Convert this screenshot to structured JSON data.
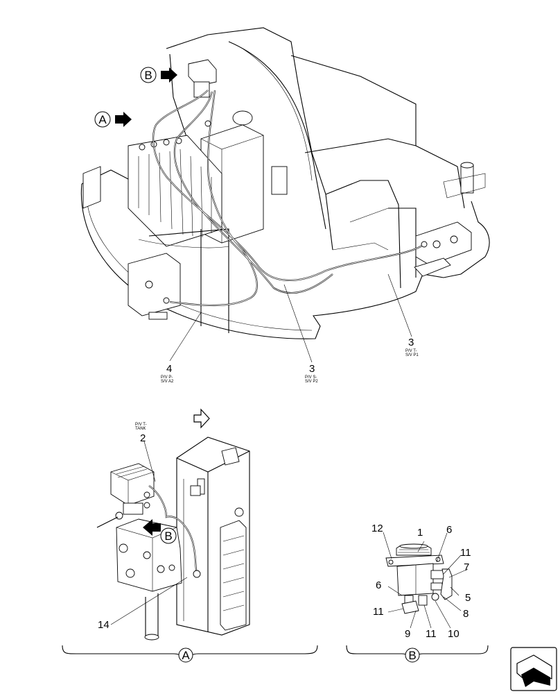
{
  "view_markers": {
    "a": "A",
    "b": "B"
  },
  "callouts": {
    "c1": "1",
    "c2": "2",
    "c3_left": "3",
    "c3_right": "3",
    "c4": "4",
    "c5": "5",
    "c6_top": "6",
    "c6_left": "6",
    "c7": "7",
    "c8": "8",
    "c9": "9",
    "c10": "10",
    "c11_top": "11",
    "c11_left": "11",
    "c11_bottom": "11",
    "c12": "12",
    "c14": "14"
  },
  "hose_notes": {
    "hose3_right_l1": "P/V T-",
    "hose3_right_l2": "S/V P1",
    "hose3_mid_l1": "P/V S-",
    "hose3_mid_l2": "S/V P2",
    "hose4_l1": "P/V P-",
    "hose4_l2": "S/V A2",
    "hose2_l1": "P/V T-",
    "hose2_l2": "TANK"
  },
  "icons": [
    "arrow-right-icon",
    "arrow-left-icon",
    "page-corner-icon"
  ]
}
